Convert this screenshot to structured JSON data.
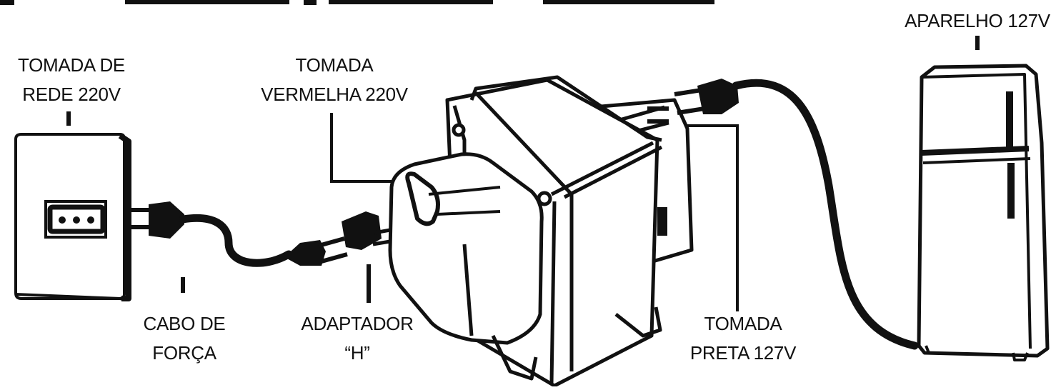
{
  "labels": {
    "tomada_rede": [
      "TOMADA DE",
      "REDE 220V"
    ],
    "tomada_vermelha": [
      "TOMADA",
      "VERMELHA 220V"
    ],
    "cabo_forca": [
      "CABO DE",
      "FORÇA"
    ],
    "adaptador": [
      "ADAPTADOR",
      "“H”"
    ],
    "tomada_preta": [
      "TOMADA",
      "PRETA 127V"
    ],
    "aparelho": "APARELHO 127V"
  },
  "colors": {
    "ink": "#111111",
    "paper": "#ffffff"
  },
  "icons": {
    "wall_outlet": "wall-outlet-icon",
    "power_cable": "power-cable-icon",
    "h_adapter": "h-adapter-icon",
    "transformer": "transformer-icon",
    "appliance": "refrigerator-icon"
  }
}
